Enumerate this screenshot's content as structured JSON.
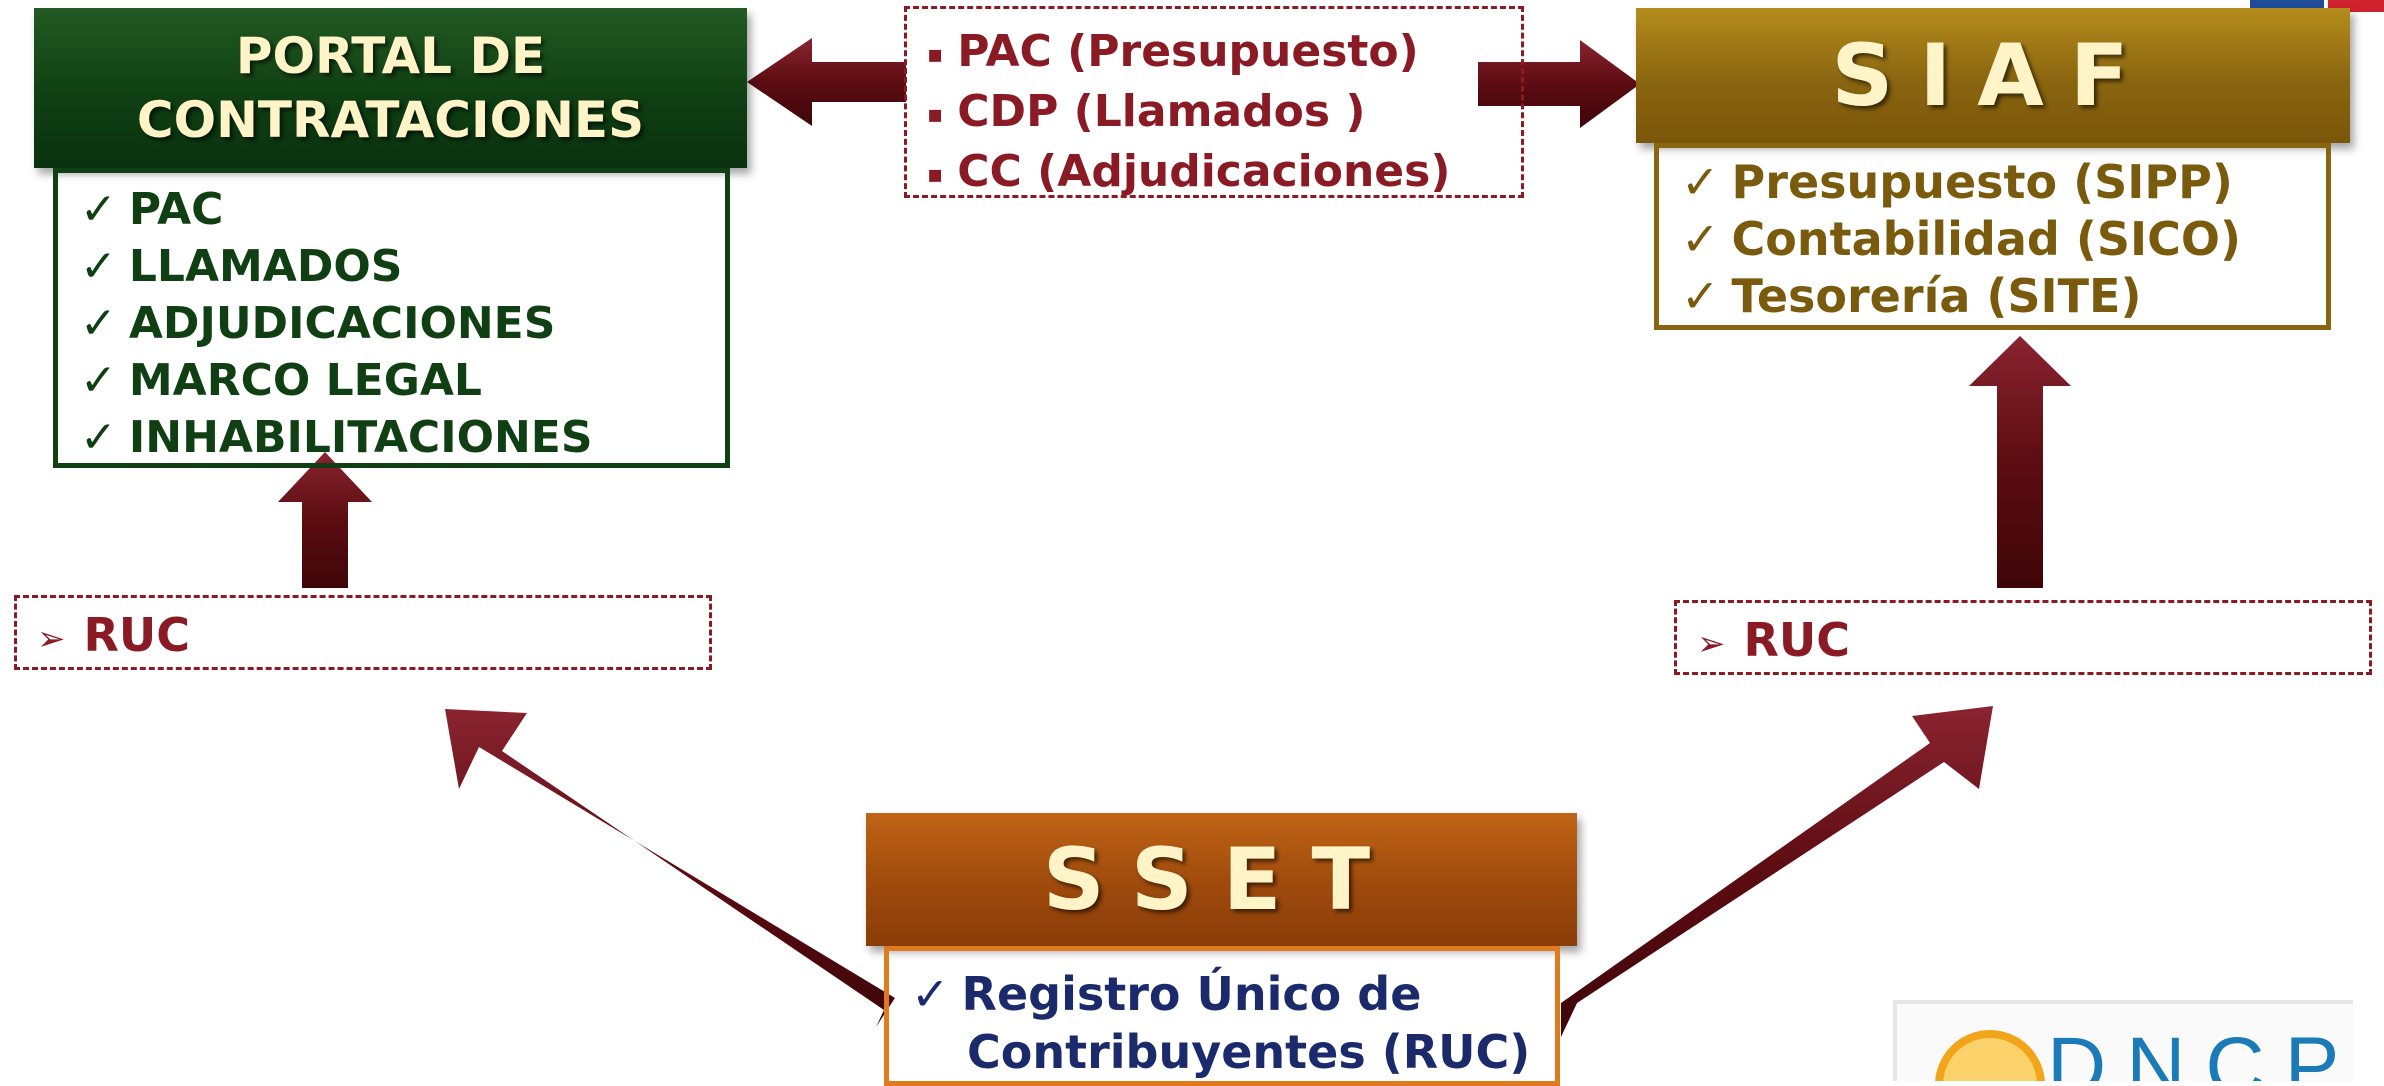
{
  "portal": {
    "title_line1": "PORTAL DE",
    "title_line2": "CONTRATACIONES",
    "check_icon": "✓",
    "items": [
      "PAC",
      "LLAMADOS",
      "ADJUDICACIONES",
      "MARCO LEGAL",
      "INHABILITACIONES"
    ]
  },
  "flow_box": {
    "bullet_icon": "▪",
    "items": [
      "PAC (Presupuesto)",
      "CDP (Llamados )",
      "CC (Adjudicaciones)"
    ]
  },
  "siaf": {
    "title": "SIAF",
    "check_icon": "✓",
    "items": [
      "Presupuesto (SIPP)",
      "Contabilidad (SICO)",
      "Tesorería (SITE)"
    ]
  },
  "ruc_left": {
    "arrow_icon": "➢",
    "label": "RUC"
  },
  "ruc_right": {
    "arrow_icon": "➢",
    "label": "RUC"
  },
  "sset": {
    "title": "SSET",
    "check_icon": "✓",
    "line1": "Registro Único de",
    "line2": "Contribuyentes (RUC)"
  },
  "logo": {
    "text": "DNCP"
  },
  "colors": {
    "portal_green": "#0f3f12",
    "siaf_gold": "#8a6510",
    "sset_orange": "#9e4a0c",
    "arrow_maroon": "#6b0f16",
    "dashed_red": "#8a1a24",
    "sset_text_blue": "#1a2a6a"
  }
}
